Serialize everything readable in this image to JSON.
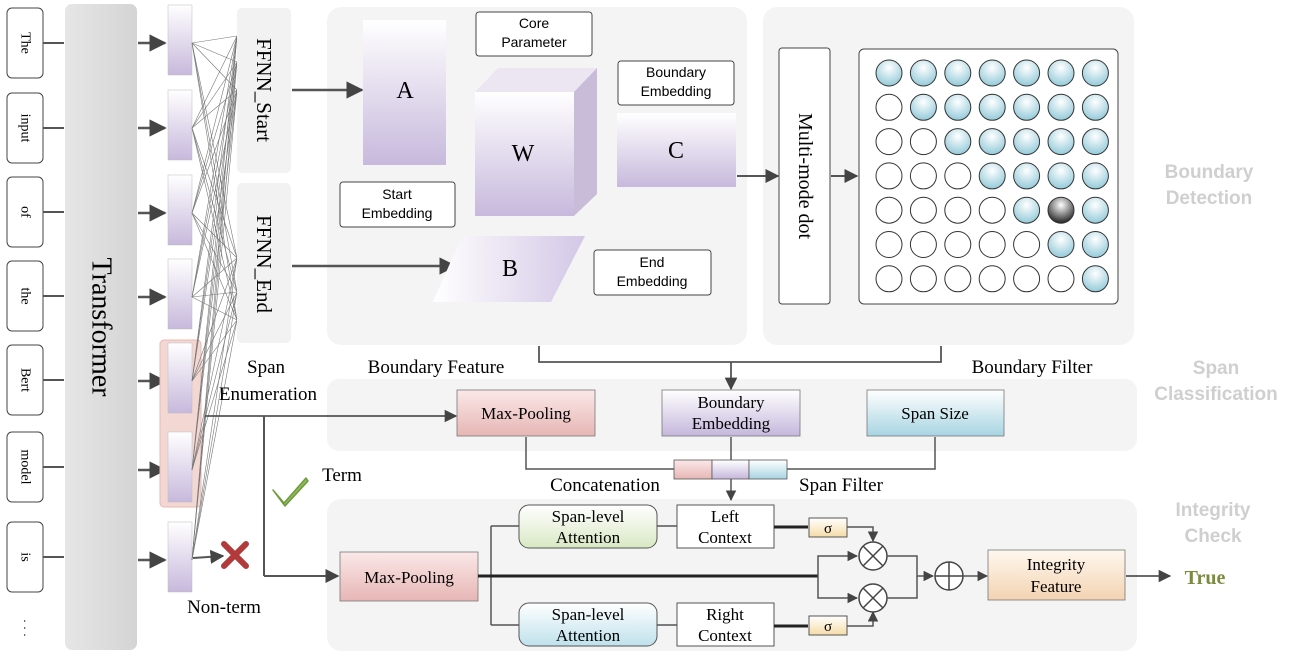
{
  "tokens": [
    "The",
    "input",
    "of",
    "the",
    "Bert",
    "model",
    "is",
    "· · ·"
  ],
  "transformer": "Transformer",
  "ffnn_start": "FFNN_Start",
  "ffnn_end": "FFNN_End",
  "span_enum": [
    "Span",
    "Enumeration"
  ],
  "boundary": {
    "a": "A",
    "w": "W",
    "b": "B",
    "c": "C",
    "core_param": [
      "Core",
      "Parameter"
    ],
    "boundary_embedding": [
      "Boundary",
      "Embedding"
    ],
    "start_embedding": [
      "Start",
      "Embedding"
    ],
    "end_embedding": [
      "End",
      "Embedding"
    ],
    "multimode": "Multi-mode dot",
    "feature_label": "Boundary Feature",
    "filter_label": "Boundary Filter",
    "grid_size": 7,
    "dark_cell": [
      4,
      5
    ]
  },
  "classification": {
    "max_pooling": "Max-Pooling",
    "boundary_embedding": [
      "Boundary",
      "Embedding"
    ],
    "span_size": "Span Size",
    "concatenation": "Concatenation",
    "span_filter": "Span Filter"
  },
  "term": "Term",
  "non_term": "Non-term",
  "integrity": {
    "max_pooling": "Max-Pooling",
    "span_attn_top": [
      "Span-level",
      "Attention"
    ],
    "left_context": [
      "Left",
      "Context"
    ],
    "span_attn_bottom": [
      "Span-level",
      "Attention"
    ],
    "right_context": [
      "Right",
      "Context"
    ],
    "sigma": "σ",
    "feature": [
      "Integrity",
      "Feature"
    ],
    "output": "True"
  },
  "section_labels": {
    "boundary_detection": [
      "Boundary",
      "Detection"
    ],
    "span_classification": [
      "Span",
      "Classification"
    ],
    "integrity_check": [
      "Integrity",
      "Check"
    ]
  },
  "colors": {
    "true_text": "#7a8c3c",
    "cross": "#b23a3a",
    "check": "#8fb85a",
    "cell_blue": "#9ed0de",
    "cell_dark": "#333333"
  }
}
